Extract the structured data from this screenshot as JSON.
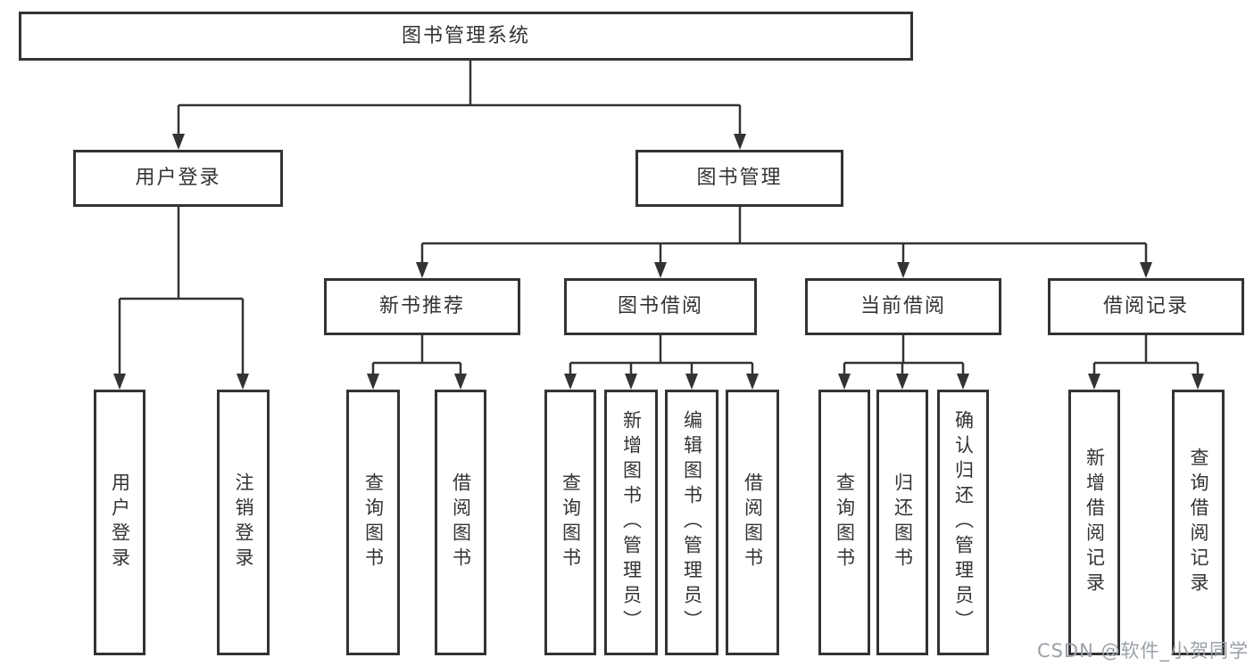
{
  "tree": {
    "label": "图书管理系统",
    "children": [
      {
        "label": "用户登录",
        "children": [
          {
            "label": "用户登录"
          },
          {
            "label": "注销登录"
          }
        ]
      },
      {
        "label": "图书管理",
        "children": [
          {
            "label": "新书推荐",
            "children": [
              {
                "label": "查询图书"
              },
              {
                "label": "借阅图书"
              }
            ]
          },
          {
            "label": "图书借阅",
            "children": [
              {
                "label": "查询图书"
              },
              {
                "label": "新增图书（管理员）"
              },
              {
                "label": "编辑图书（管理员）"
              },
              {
                "label": "借阅图书"
              }
            ]
          },
          {
            "label": "当前借阅",
            "children": [
              {
                "label": "查询图书"
              },
              {
                "label": "归还图书"
              },
              {
                "label": "确认归还（管理员）"
              }
            ]
          },
          {
            "label": "借阅记录",
            "children": [
              {
                "label": "新增借阅记录"
              },
              {
                "label": "查询借阅记录"
              }
            ]
          }
        ]
      }
    ]
  },
  "watermark": "CSDN @软件_小贺同学",
  "colors": {
    "line": "#333333",
    "text": "#333333",
    "box_background": "#ffffff",
    "watermark": "#9aa0a8"
  }
}
